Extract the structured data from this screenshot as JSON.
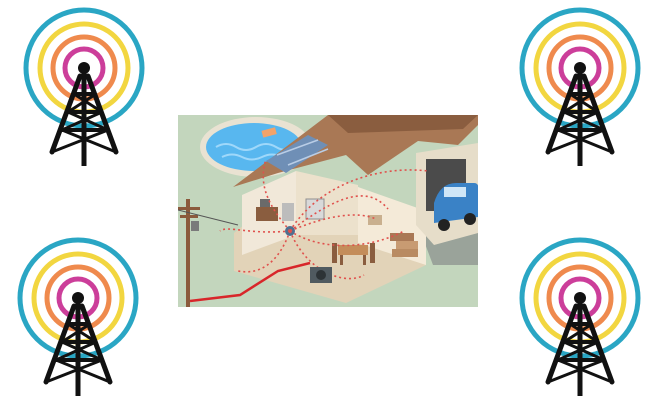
{
  "towers": [
    {
      "name": "tower-top-left",
      "icon": "radio-tower-icon"
    },
    {
      "name": "tower-top-right",
      "icon": "radio-tower-icon"
    },
    {
      "name": "tower-bottom-left",
      "icon": "radio-tower-icon"
    },
    {
      "name": "tower-bottom-right",
      "icon": "radio-tower-icon"
    }
  ],
  "signal_ring_colors": [
    "#2aa6c4",
    "#f2d640",
    "#ef8a4d",
    "#cc3e9a"
  ],
  "tower_color": "#111111",
  "scene": {
    "icon": "smart-home-cutaway-illustration",
    "colors": {
      "lawn": "#c3d6bd",
      "pool_water": "#58b7ef",
      "roof": "#a97855",
      "wall": "#f1e8d9",
      "signal_path": "#e0504c",
      "power_line": "#d8262a",
      "car": "#3a82c6"
    }
  }
}
